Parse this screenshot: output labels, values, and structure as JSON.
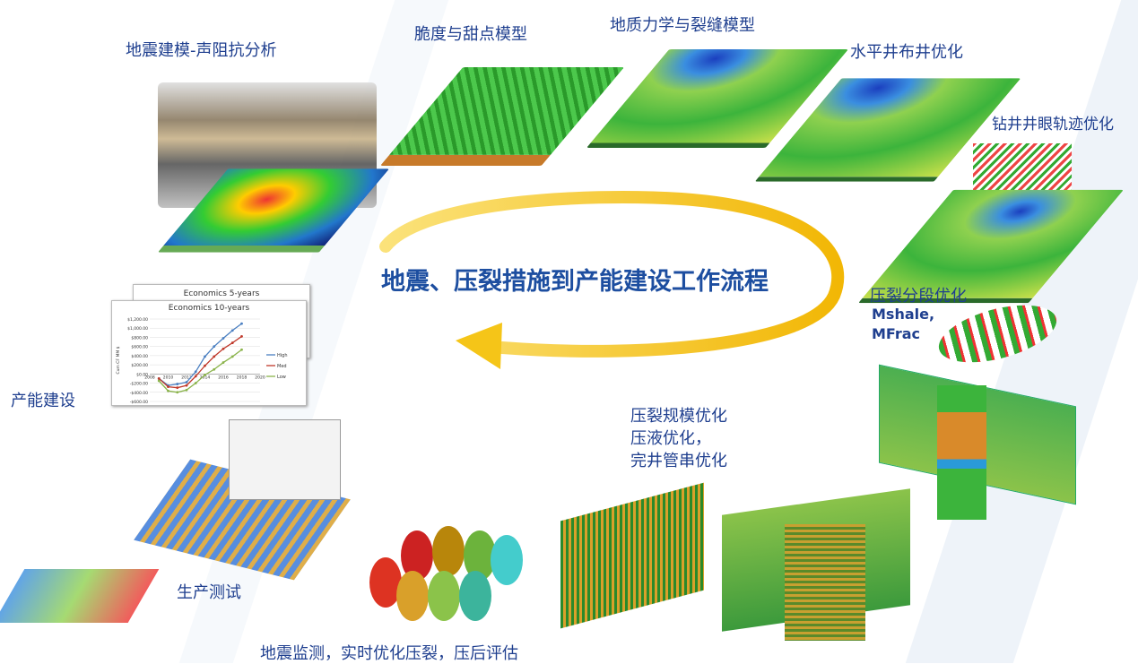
{
  "title": "地震、压裂措施到产能建设工作流程",
  "labels": {
    "seismic_modeling": "地震建模-声阻抗分析",
    "brittleness": "脆度与甜点模型",
    "geomechanics": "地质力学与裂缝模型",
    "well_placement": "水平井布井优化",
    "trajectory": "钻井井眼轨迹优化",
    "frac_staging": "压裂分段优化",
    "mshale": "Mshale,",
    "mfrac": "MFrac",
    "production_build": "产能建设",
    "frac_scale": "压裂规模优化",
    "frac_fluid": "压液优化，",
    "completion": "完井管串优化",
    "production_test": "生产测试",
    "monitoring": "地震监测，实时优化压裂，压后评估"
  },
  "colors": {
    "text_blue": "#1f3f8f",
    "arrow_yellow": "#f5c518",
    "model_green": "#3cb43c"
  },
  "chart_data": {
    "type": "line",
    "title": "Economics 10-years",
    "back_title": "Economics 5-years",
    "ylabel": "Cum CF MM $",
    "x": [
      2009,
      2010,
      2011,
      2012,
      2013,
      2014,
      2015,
      2016,
      2017,
      2018
    ],
    "xticks": [
      "2008",
      "2010",
      "2012",
      "2014",
      "2016",
      "2018",
      "2020"
    ],
    "yticks": [
      "$1,200.00",
      "$1,000.00",
      "$800.00",
      "$600.00",
      "$400.00",
      "$200.00",
      "$0.00",
      "-$200.00",
      "-$400.00",
      "-$600.00"
    ],
    "xlim": [
      2008,
      2020
    ],
    "ylim": [
      -600,
      1200
    ],
    "legend": "right",
    "series": [
      {
        "name": "High",
        "color": "#4a7fc1",
        "values": [
          -100,
          -250,
          -220,
          -180,
          50,
          380,
          600,
          780,
          950,
          1100
        ]
      },
      {
        "name": "Med",
        "color": "#c0392b",
        "values": [
          -100,
          -280,
          -300,
          -250,
          -50,
          180,
          380,
          550,
          680,
          820
        ]
      },
      {
        "name": "Low",
        "color": "#8ab34a",
        "values": [
          -150,
          -370,
          -400,
          -350,
          -200,
          -20,
          100,
          250,
          380,
          530
        ]
      }
    ]
  }
}
